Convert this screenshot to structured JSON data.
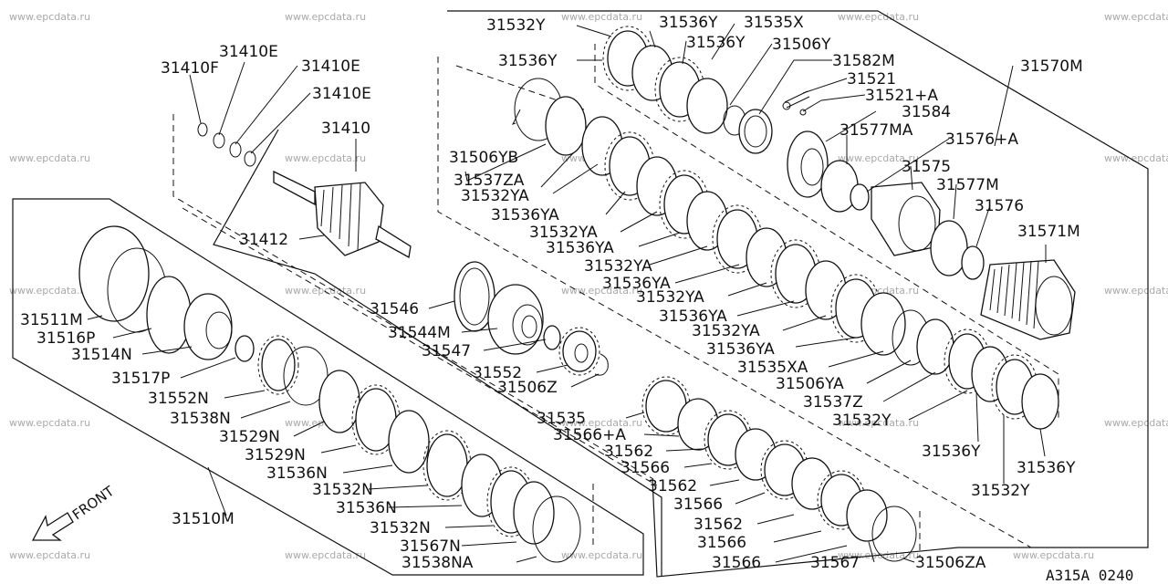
{
  "watermark_text": "www.epcdata.ru",
  "diagram_code": "A315A 0240",
  "front_label": "FRONT",
  "labels": [
    {
      "id": "31532Y_t",
      "text": "31532Y"
    },
    {
      "id": "31536Y_t",
      "text": "31536Y"
    },
    {
      "id": "31535X",
      "text": "31535X"
    },
    {
      "id": "31536Y_t2",
      "text": "31536Y"
    },
    {
      "id": "31506Y",
      "text": "31506Y"
    },
    {
      "id": "31536Y_l",
      "text": "31536Y"
    },
    {
      "id": "31582M",
      "text": "31582M"
    },
    {
      "id": "31521",
      "text": "31521"
    },
    {
      "id": "31521A",
      "text": "31521+A"
    },
    {
      "id": "31570M",
      "text": "31570M"
    },
    {
      "id": "31584",
      "text": "31584"
    },
    {
      "id": "31577MA",
      "text": "31577MA"
    },
    {
      "id": "31576A",
      "text": "31576+A"
    },
    {
      "id": "31575",
      "text": "31575"
    },
    {
      "id": "31577M",
      "text": "31577M"
    },
    {
      "id": "31576",
      "text": "31576"
    },
    {
      "id": "31571M",
      "text": "31571M"
    },
    {
      "id": "31410F",
      "text": "31410F"
    },
    {
      "id": "31410E_a",
      "text": "31410E"
    },
    {
      "id": "31410E_b",
      "text": "31410E"
    },
    {
      "id": "31410E_c",
      "text": "31410E"
    },
    {
      "id": "31410",
      "text": "31410"
    },
    {
      "id": "31506YB",
      "text": "31506YB"
    },
    {
      "id": "31537ZA",
      "text": "31537ZA"
    },
    {
      "id": "31532YA_1",
      "text": "31532YA"
    },
    {
      "id": "31536YA_1",
      "text": "31536YA"
    },
    {
      "id": "31532YA_2",
      "text": "31532YA"
    },
    {
      "id": "31536YA_2",
      "text": "31536YA"
    },
    {
      "id": "31532YA_3",
      "text": "31532YA"
    },
    {
      "id": "31536YA_3",
      "text": "31536YA"
    },
    {
      "id": "31532YA_4",
      "text": "31532YA"
    },
    {
      "id": "31536YA_4",
      "text": "31536YA"
    },
    {
      "id": "31532YA_5",
      "text": "31532YA"
    },
    {
      "id": "31536YA_5",
      "text": "31536YA"
    },
    {
      "id": "31535XA",
      "text": "31535XA"
    },
    {
      "id": "31506YA",
      "text": "31506YA"
    },
    {
      "id": "31537Z",
      "text": "31537Z"
    },
    {
      "id": "31532Y_r",
      "text": "31532Y"
    },
    {
      "id": "31536Y_r1",
      "text": "31536Y"
    },
    {
      "id": "31536Y_r2",
      "text": "31536Y"
    },
    {
      "id": "31532Y_r2",
      "text": "31532Y"
    },
    {
      "id": "31412",
      "text": "31412"
    },
    {
      "id": "31546",
      "text": "31546"
    },
    {
      "id": "31544M",
      "text": "31544M"
    },
    {
      "id": "31547",
      "text": "31547"
    },
    {
      "id": "31552",
      "text": "31552"
    },
    {
      "id": "31506Z",
      "text": "31506Z"
    },
    {
      "id": "31511M",
      "text": "31511M"
    },
    {
      "id": "31516P",
      "text": "31516P"
    },
    {
      "id": "31514N",
      "text": "31514N"
    },
    {
      "id": "31517P",
      "text": "31517P"
    },
    {
      "id": "31552N",
      "text": "31552N"
    },
    {
      "id": "31538N",
      "text": "31538N"
    },
    {
      "id": "31529N_1",
      "text": "31529N"
    },
    {
      "id": "31529N_2",
      "text": "31529N"
    },
    {
      "id": "31536N_1",
      "text": "31536N"
    },
    {
      "id": "31532N_1",
      "text": "31532N"
    },
    {
      "id": "31536N_2",
      "text": "31536N"
    },
    {
      "id": "31532N_2",
      "text": "31532N"
    },
    {
      "id": "31567N",
      "text": "31567N"
    },
    {
      "id": "31538NA",
      "text": "31538NA"
    },
    {
      "id": "31510M",
      "text": "31510M"
    },
    {
      "id": "31535",
      "text": "31535"
    },
    {
      "id": "31566A",
      "text": "31566+A"
    },
    {
      "id": "31562_1",
      "text": "31562"
    },
    {
      "id": "31566_1",
      "text": "31566"
    },
    {
      "id": "31562_2",
      "text": "31562"
    },
    {
      "id": "31566_2",
      "text": "31566"
    },
    {
      "id": "31562_3",
      "text": "31562"
    },
    {
      "id": "31566_3",
      "text": "31566"
    },
    {
      "id": "31566_4",
      "text": "31566"
    },
    {
      "id": "31567",
      "text": "31567"
    },
    {
      "id": "31506ZA",
      "text": "31506ZA"
    }
  ]
}
